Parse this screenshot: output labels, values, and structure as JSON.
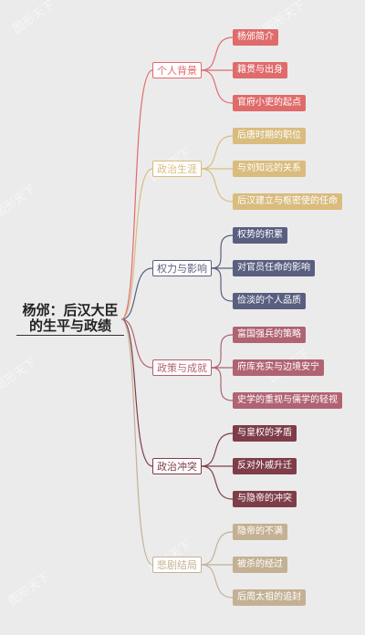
{
  "watermark": "图形天下",
  "root": {
    "line1": "杨邠：后汉大臣",
    "line2": "的生平与政绩"
  },
  "branches": [
    {
      "label": "个人背景",
      "color": "#e06b6b",
      "children": [
        "杨邠简介",
        "籍贯与出身",
        "官府小吏的起点"
      ]
    },
    {
      "label": "政治生涯",
      "color": "#d9bc7e",
      "children": [
        "后唐时期的职位",
        "与刘知远的关系",
        "后汉建立与枢密使的任命"
      ]
    },
    {
      "label": "权力与影响",
      "color": "#5a5f80",
      "children": [
        "权势的积累",
        "对官员任命的影响",
        "俭淡的个人品质"
      ]
    },
    {
      "label": "政策与成就",
      "color": "#b06373",
      "children": [
        "富国强兵的策略",
        "府库充实与边境安宁",
        "史学的重视与儒学的轻视"
      ]
    },
    {
      "label": "政治冲突",
      "color": "#7e3d48",
      "children": [
        "与皇权的矛盾",
        "反对外戚升迁",
        "与隐帝的冲突"
      ]
    },
    {
      "label": "悲剧结局",
      "color": "#c4b194",
      "children": [
        "隐帝的不满",
        "被杀的经过",
        "后周太祖的追封"
      ]
    }
  ]
}
